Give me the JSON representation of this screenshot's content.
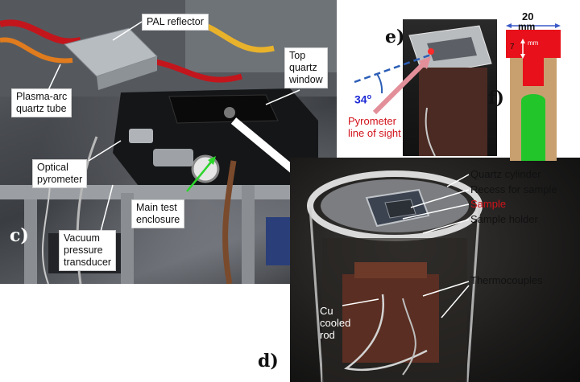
{
  "panel_c": {
    "letter": "c)",
    "labels": {
      "pal_reflector": "PAL reflector",
      "plasma_arc": "Plasma-arc\nquartz tube",
      "top_window": "Top\nquartz\nwindow",
      "optical_pyrometer": "Optical\npyrometer",
      "main_enclosure": "Main test\nenclosure",
      "vacuum": "Vacuum\npressure\ntransducer"
    }
  },
  "panel_d": {
    "letter": "d)",
    "labels": {
      "quartz_cylinder": "Quartz cylinder",
      "recess": "Recess for sample",
      "sample": "Sample",
      "sample_holder": "Sample holder",
      "thermocouples": "Thermocouples",
      "cu_rod": "Cu\ncooled\nrod"
    }
  },
  "panel_e": {
    "letter": "e)",
    "angle": "34",
    "angle_unit": "o",
    "pyrometer_line": "Pyrometer\nline of sight"
  },
  "panel_f": {
    "letter": "f)",
    "width_value": "20",
    "width_unit": "mm",
    "height_value": "7",
    "height_unit": "mm"
  },
  "colors": {
    "red_accent": "#d1121a",
    "blue_accent": "#1d29d6",
    "holder_red": "#e8101a",
    "rod_green": "#22c52a",
    "rod_brown": "#c8a070"
  }
}
